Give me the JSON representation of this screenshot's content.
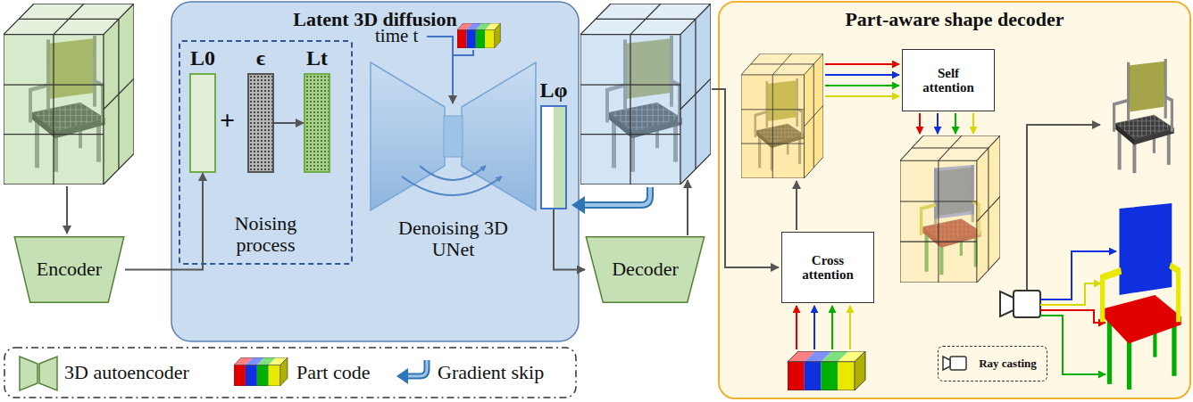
{
  "diagram": {
    "nodes": [
      {
        "text": [
          "Latent 3D diffusion"
        ]
      },
      {
        "text": [
          "Noising process"
        ],
        "in": 0
      },
      {
        "text": [
          "L0"
        ],
        "in": 1
      },
      {
        "text": [
          "ϵ"
        ],
        "in": 1
      },
      {
        "text": [
          "Lt"
        ],
        "in": 1
      },
      {
        "text": [
          "Denoising 3D UNet"
        ],
        "in": 0
      },
      {
        "text": [
          "Lφ"
        ],
        "in": 0
      },
      {
        "text": [
          "Encoder"
        ]
      },
      {
        "text": [
          "Decoder"
        ]
      },
      {
        "text": [
          "Part-aware shape decoder"
        ]
      },
      {
        "text": [
          "Cross attention"
        ],
        "in": 9
      },
      {
        "text": [
          "Self attention"
        ],
        "in": 9
      },
      {
        "text": [
          "Ray casting"
        ],
        "in": 9
      }
    ],
    "edges": [
      {
        "from": 7,
        "to": 2,
        "arrow": "to"
      },
      {
        "from": 3,
        "to": 4,
        "arrow": "to"
      },
      {
        "from": 6,
        "to": 8,
        "arrow": "to"
      }
    ],
    "labels": [
      "+",
      "time t"
    ],
    "legend": [
      {
        "text": "3D autoencoder"
      },
      {
        "text": "Part code"
      },
      {
        "text": "Gradient skip"
      }
    ]
  }
}
